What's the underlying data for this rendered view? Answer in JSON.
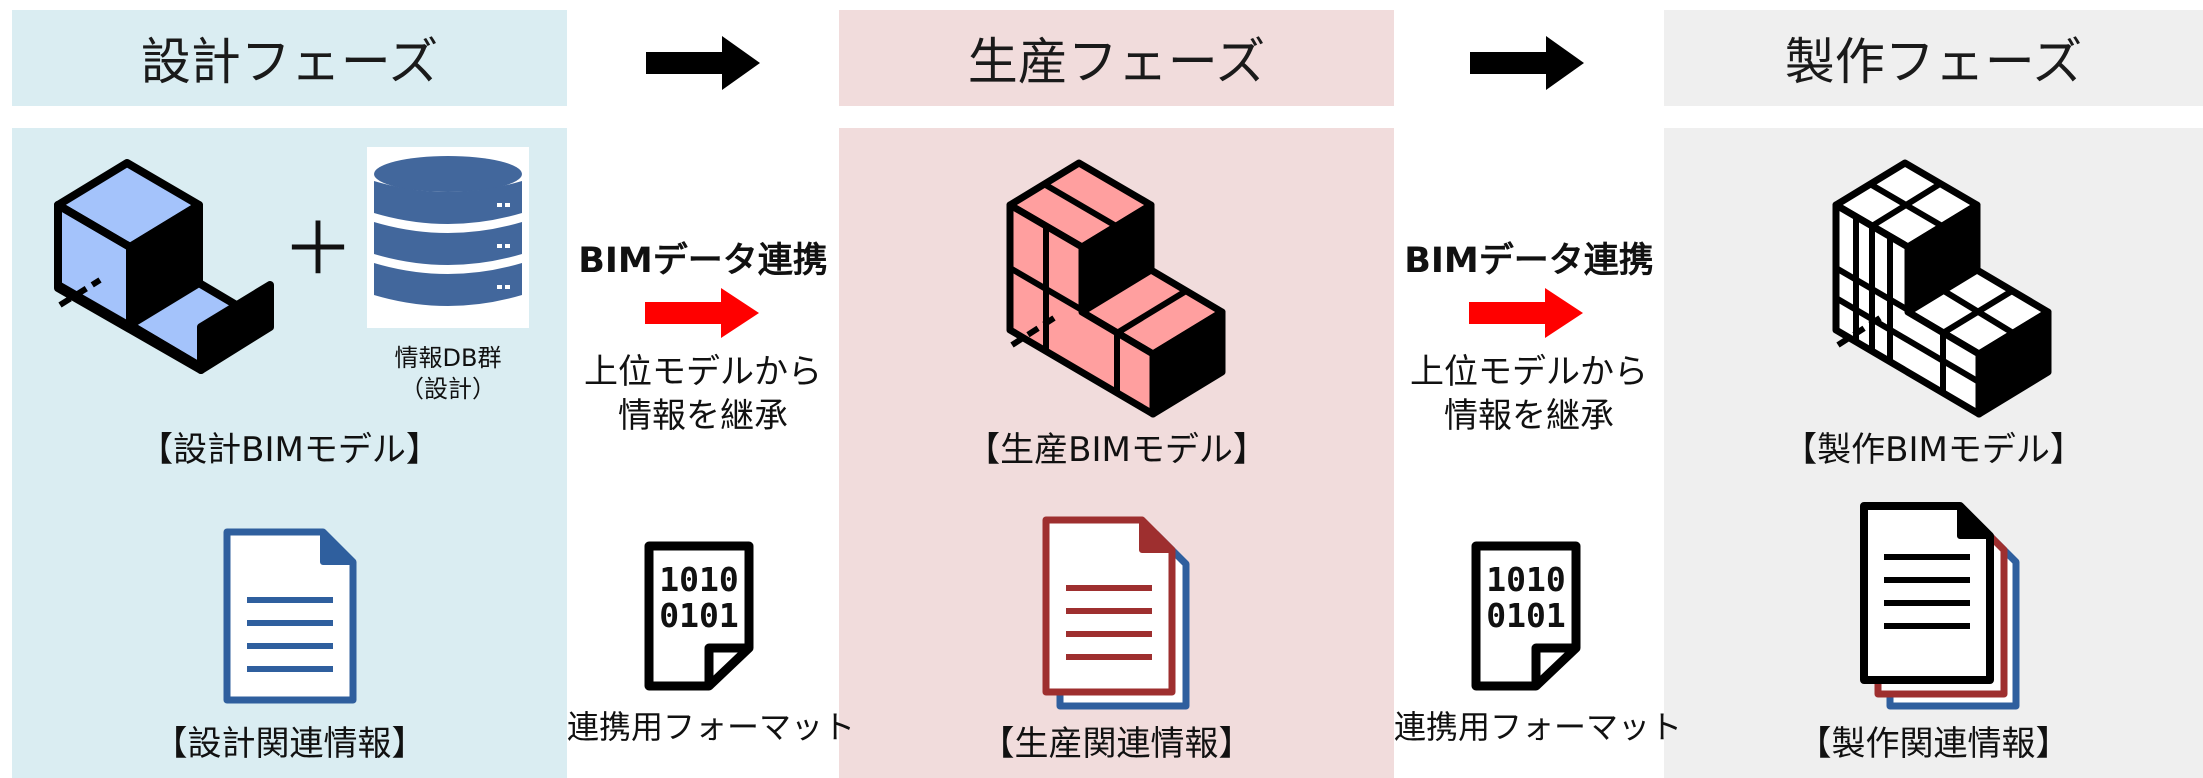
{
  "colors": {
    "design_bg": "#daedf2",
    "production_bg": "#f1dcdc",
    "fabrication_bg": "#efefef",
    "design_model": "#a4c3fb",
    "production_model": "#ff9f9f",
    "database": "#42679c",
    "arrow": "#000000",
    "link_arrow": "#ff0000",
    "doc_blue": "#2f5f9e",
    "doc_red": "#9e2f2f"
  },
  "phases": [
    {
      "header": "設計フェーズ",
      "model_label": "【設計BIMモデル】",
      "info_label": "【設計関連情報】"
    },
    {
      "header": "生産フェーズ",
      "model_label": "【生産BIMモデル】",
      "info_label": "【生産関連情報】"
    },
    {
      "header": "製作フェーズ",
      "model_label": "【製作BIMモデル】",
      "info_label": "【製作関連情報】"
    }
  ],
  "database": {
    "label_line1": "情報DB群",
    "label_line2": "（設計）"
  },
  "links": [
    {
      "title": "BIMデータ連携",
      "desc_line1": "上位モデルから",
      "desc_line2": "情報を継承",
      "format_label": "連携用フォーマット",
      "binary_line1": "1010",
      "binary_line2": "0101"
    },
    {
      "title": "BIMデータ連携",
      "desc_line1": "上位モデルから",
      "desc_line2": "情報を継承",
      "format_label": "連携用フォーマット",
      "binary_line1": "1010",
      "binary_line2": "0101"
    }
  ]
}
